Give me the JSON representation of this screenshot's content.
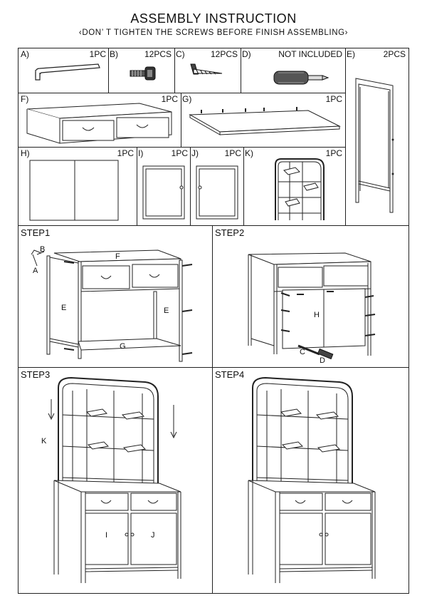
{
  "header": {
    "title": "ASSEMBLY INSTRUCTION",
    "subtitle": "‹DON’ T TIGHTEN THE SCREWS BEFORE FINISH ASSEMBLING›"
  },
  "parts": [
    {
      "id": "A",
      "label": "A)",
      "qty": "1PC",
      "icon": "allen-key-icon"
    },
    {
      "id": "B",
      "label": "B)",
      "qty": "12PCS",
      "icon": "bolt-icon"
    },
    {
      "id": "C",
      "label": "C)",
      "qty": "12PCS",
      "icon": "screw-icon"
    },
    {
      "id": "D",
      "label": "D)",
      "qty": "NOT INCLUDED",
      "icon": "screwdriver-icon"
    },
    {
      "id": "E",
      "label": "E)",
      "qty": "2PCS",
      "icon": "side-frame-icon"
    },
    {
      "id": "F",
      "label": "F)",
      "qty": "1PC",
      "icon": "drawer-top-unit-icon"
    },
    {
      "id": "G",
      "label": "G)",
      "qty": "1PC",
      "icon": "bottom-shelf-icon"
    },
    {
      "id": "H",
      "label": "H)",
      "qty": "1PC",
      "icon": "back-panel-icon"
    },
    {
      "id": "I",
      "label": "I)",
      "qty": "1PC",
      "icon": "door-left-icon"
    },
    {
      "id": "J",
      "label": "J)",
      "qty": "1PC",
      "icon": "door-right-icon"
    },
    {
      "id": "K",
      "label": "K)",
      "qty": "1PC",
      "icon": "hutch-frame-icon"
    }
  ],
  "steps": [
    {
      "label": "STEP1",
      "callouts": {
        "A": "A",
        "B": "B",
        "E_left": "E",
        "E_right": "E",
        "F": "F",
        "G": "G"
      }
    },
    {
      "label": "STEP2",
      "callouts": {
        "H": "H",
        "C": "C",
        "D": "D"
      }
    },
    {
      "label": "STEP3",
      "callouts": {
        "K": "K",
        "I": "I",
        "J": "J"
      }
    },
    {
      "label": "STEP4"
    }
  ]
}
